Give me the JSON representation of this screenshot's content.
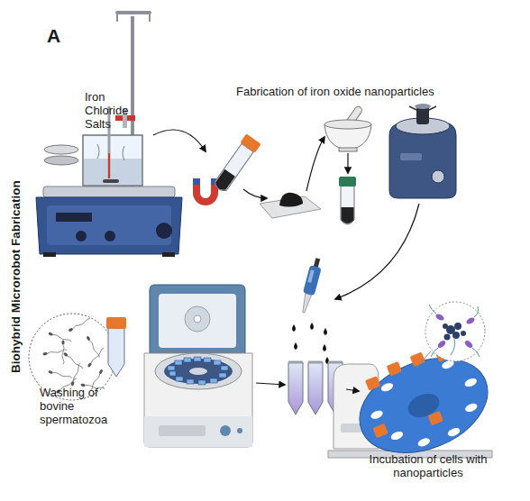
{
  "diagram": {
    "labels": [
      "A",
      "Biohybrid Microrobot Fabrication",
      "Iron Chloride Salts",
      "Fabrication of iron oxide nanoparticles",
      "Washing of bovine spermatozoa",
      "Incubation of cells with nanoparticles"
    ]
  }
}
